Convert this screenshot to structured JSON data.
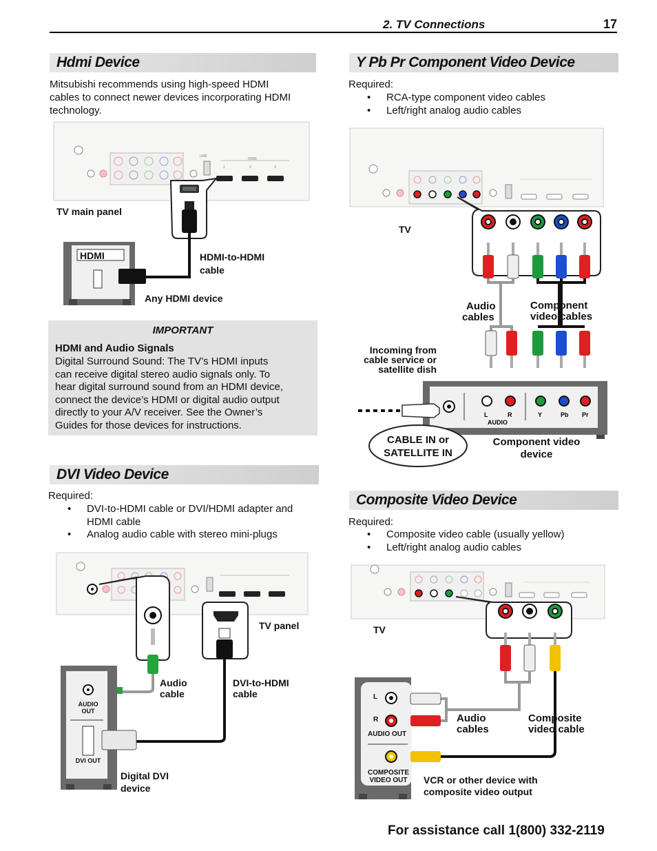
{
  "header": {
    "section": "2. TV Connections",
    "page": "17"
  },
  "hdmi": {
    "title": "Hdmi Device",
    "intro": [
      "Mitsubishi recommends using high-speed HDMI",
      "cables to connect newer devices incorporating HDMI",
      "technology."
    ],
    "panel_labels": {
      "usb": "USB",
      "hdmi": "HDMI",
      "n1": "1",
      "n2": "2",
      "n3": "3"
    },
    "logo": "HDMI",
    "tv_main_panel": "TV main panel",
    "cable_label": [
      "HDMI-to-HDMI",
      "cable"
    ],
    "device_label": "Any HDMI device"
  },
  "important": {
    "heading": "IMPORTANT",
    "subheading": "HDMI and Audio Signals",
    "lines": [
      "Digital Surround Sound:  The TV’s HDMI inputs",
      "can receive digital stereo audio signals only.  To",
      "hear digital surround sound from an HDMI device,",
      "connect the device’s HDMI or digital audio output",
      "directly to your A/V receiver.  See the Owner’s",
      "Guides for those devices for instructions."
    ]
  },
  "dvi": {
    "title": "DVI Video Device",
    "required": "Required:",
    "items": [
      [
        "DVI-to-HDMI cable or DVI/HDMI adapter and",
        "HDMI cable"
      ],
      [
        "Analog audio cable with stereo mini-plugs"
      ]
    ],
    "tv_panel": "TV panel",
    "audio_cable": [
      "Audio",
      "cable"
    ],
    "dvi_cable": [
      "DVI-to-HDMI",
      "cable"
    ],
    "audio_out": [
      "AUDIO",
      "OUT"
    ],
    "dvi_out": "DVI OUT",
    "device": [
      "Digital DVI",
      "device"
    ]
  },
  "component": {
    "title": "Y Pb Pr Component Video Device",
    "required": "Required:",
    "items": [
      "RCA-type component video cables",
      "Left/right analog audio cables"
    ],
    "tv": "TV",
    "audio_cables": [
      "Audio",
      "cables"
    ],
    "component_cables": [
      "Component",
      "video cables"
    ],
    "incoming": [
      "Incoming from",
      "cable service or",
      "satellite dish"
    ],
    "jack_labels": {
      "l": "L",
      "r": "R",
      "y": "Y",
      "pb": "Pb",
      "pr": "Pr",
      "audio": "AUDIO"
    },
    "cable_in": [
      "CABLE IN or",
      "SATELLITE IN"
    ],
    "device": [
      "Component video",
      "device"
    ]
  },
  "composite": {
    "title": "Composite Video Device",
    "required": "Required:",
    "items": [
      "Composite video cable (usually yellow)",
      "Left/right analog audio cables"
    ],
    "tv": "TV",
    "l": "L",
    "r": "R",
    "audio_out": "AUDIO OUT",
    "composite_out": [
      "COMPOSITE",
      "VIDEO OUT"
    ],
    "audio_cables": [
      "Audio",
      "cables"
    ],
    "video_cable": [
      "Composite",
      "video cable"
    ],
    "device": [
      "VCR or other device with",
      "composite video output"
    ]
  },
  "footer": "For assistance call 1(800) 332-2119",
  "colors": {
    "red": "#e02020",
    "green": "#1e9a3c",
    "blue": "#1c4fd0",
    "yellow": "#f2c200",
    "white": "#e8e8e8"
  }
}
